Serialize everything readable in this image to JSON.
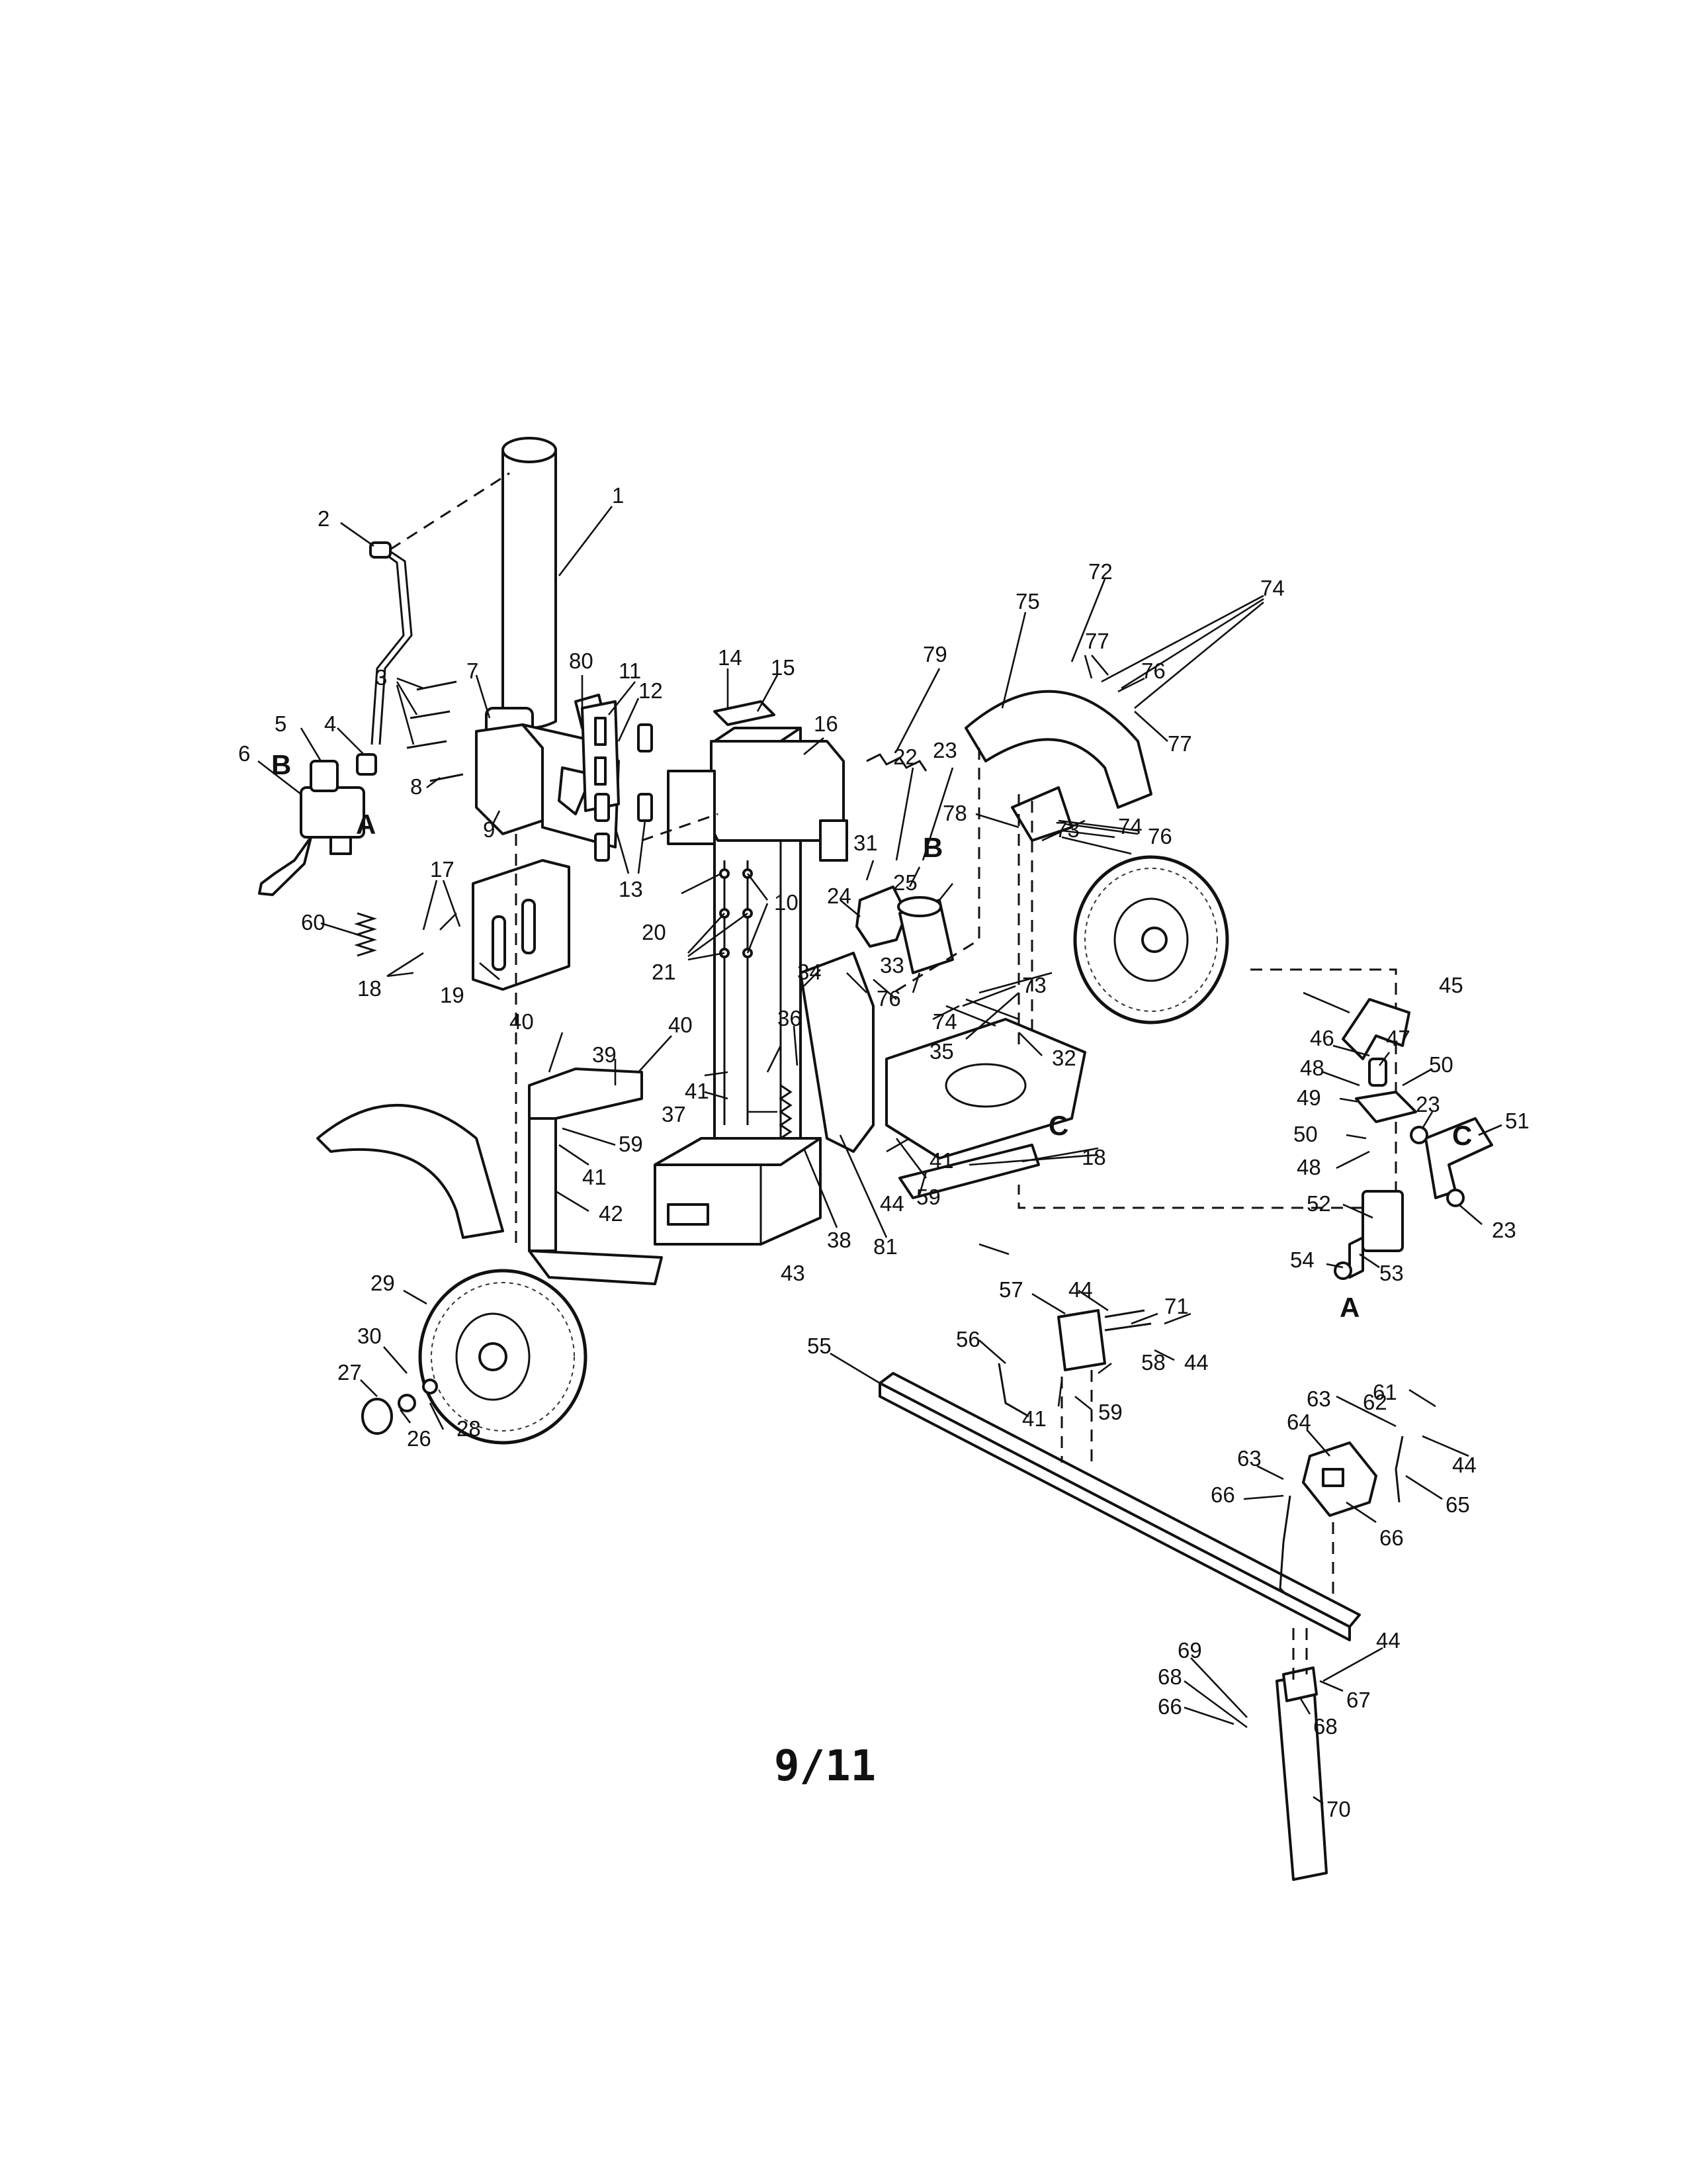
{
  "callouts": [
    {
      "id": "c1",
      "text": "1"
    },
    {
      "id": "c2",
      "text": "2"
    },
    {
      "id": "c3",
      "text": "3"
    },
    {
      "id": "c4",
      "text": "4"
    },
    {
      "id": "c5",
      "text": "5"
    },
    {
      "id": "c6",
      "text": "6"
    },
    {
      "id": "c7",
      "text": "7"
    },
    {
      "id": "c8",
      "text": "8"
    },
    {
      "id": "c9",
      "text": "9"
    },
    {
      "id": "c10",
      "text": "10"
    },
    {
      "id": "c11",
      "text": "11"
    },
    {
      "id": "c12",
      "text": "12"
    },
    {
      "id": "c13",
      "text": "13"
    },
    {
      "id": "c14",
      "text": "14"
    },
    {
      "id": "c15",
      "text": "15"
    },
    {
      "id": "c16",
      "text": "16"
    },
    {
      "id": "c17",
      "text": "17"
    },
    {
      "id": "c18a",
      "text": "18"
    },
    {
      "id": "c18b",
      "text": "18"
    },
    {
      "id": "c19",
      "text": "19"
    },
    {
      "id": "c20",
      "text": "20"
    },
    {
      "id": "c21",
      "text": "21"
    },
    {
      "id": "c22",
      "text": "22"
    },
    {
      "id": "c23a",
      "text": "23"
    },
    {
      "id": "c23b",
      "text": "23"
    },
    {
      "id": "c23c",
      "text": "23"
    },
    {
      "id": "c24",
      "text": "24"
    },
    {
      "id": "c25",
      "text": "25"
    },
    {
      "id": "c26",
      "text": "26"
    },
    {
      "id": "c27",
      "text": "27"
    },
    {
      "id": "c28",
      "text": "28"
    },
    {
      "id": "c29",
      "text": "29"
    },
    {
      "id": "c30",
      "text": "30"
    },
    {
      "id": "c31",
      "text": "31"
    },
    {
      "id": "c32",
      "text": "32"
    },
    {
      "id": "c33",
      "text": "33"
    },
    {
      "id": "c34",
      "text": "34"
    },
    {
      "id": "c35",
      "text": "35"
    },
    {
      "id": "c36",
      "text": "36"
    },
    {
      "id": "c37",
      "text": "37"
    },
    {
      "id": "c38",
      "text": "38"
    },
    {
      "id": "c39",
      "text": "39"
    },
    {
      "id": "c40a",
      "text": "40"
    },
    {
      "id": "c40b",
      "text": "40"
    },
    {
      "id": "c41a",
      "text": "41"
    },
    {
      "id": "c41b",
      "text": "41"
    },
    {
      "id": "c41c",
      "text": "41"
    },
    {
      "id": "c41d",
      "text": "41"
    },
    {
      "id": "c42",
      "text": "42"
    },
    {
      "id": "c43",
      "text": "43"
    },
    {
      "id": "c44a",
      "text": "44"
    },
    {
      "id": "c44b",
      "text": "44"
    },
    {
      "id": "c44c",
      "text": "44"
    },
    {
      "id": "c44d",
      "text": "44"
    },
    {
      "id": "c44e",
      "text": "44"
    },
    {
      "id": "c45",
      "text": "45"
    },
    {
      "id": "c46",
      "text": "46"
    },
    {
      "id": "c47",
      "text": "47"
    },
    {
      "id": "c48a",
      "text": "48"
    },
    {
      "id": "c48b",
      "text": "48"
    },
    {
      "id": "c49",
      "text": "49"
    },
    {
      "id": "c50a",
      "text": "50"
    },
    {
      "id": "c50b",
      "text": "50"
    },
    {
      "id": "c51",
      "text": "51"
    },
    {
      "id": "c52",
      "text": "52"
    },
    {
      "id": "c53",
      "text": "53"
    },
    {
      "id": "c54",
      "text": "54"
    },
    {
      "id": "c55",
      "text": "55"
    },
    {
      "id": "c56",
      "text": "56"
    },
    {
      "id": "c57",
      "text": "57"
    },
    {
      "id": "c58",
      "text": "58"
    },
    {
      "id": "c59a",
      "text": "59"
    },
    {
      "id": "c59b",
      "text": "59"
    },
    {
      "id": "c59c",
      "text": "59"
    },
    {
      "id": "c60",
      "text": "60"
    },
    {
      "id": "c61",
      "text": "61"
    },
    {
      "id": "c62",
      "text": "62"
    },
    {
      "id": "c63a",
      "text": "63"
    },
    {
      "id": "c63b",
      "text": "63"
    },
    {
      "id": "c64",
      "text": "64"
    },
    {
      "id": "c65",
      "text": "65"
    },
    {
      "id": "c66a",
      "text": "66"
    },
    {
      "id": "c66b",
      "text": "66"
    },
    {
      "id": "c66c",
      "text": "66"
    },
    {
      "id": "c67",
      "text": "67"
    },
    {
      "id": "c68a",
      "text": "68"
    },
    {
      "id": "c68b",
      "text": "68"
    },
    {
      "id": "c69",
      "text": "69"
    },
    {
      "id": "c70",
      "text": "70"
    },
    {
      "id": "c71",
      "text": "71"
    },
    {
      "id": "c72",
      "text": "72"
    },
    {
      "id": "c73a",
      "text": "73"
    },
    {
      "id": "c73b",
      "text": "73"
    },
    {
      "id": "c74a",
      "text": "74"
    },
    {
      "id": "c74b",
      "text": "74"
    },
    {
      "id": "c74c",
      "text": "74"
    },
    {
      "id": "c75",
      "text": "75"
    },
    {
      "id": "c76a",
      "text": "76"
    },
    {
      "id": "c76b",
      "text": "76"
    },
    {
      "id": "c76c",
      "text": "76"
    },
    {
      "id": "c77a",
      "text": "77"
    },
    {
      "id": "c77b",
      "text": "77"
    },
    {
      "id": "c78",
      "text": "78"
    },
    {
      "id": "c79",
      "text": "79"
    },
    {
      "id": "c80",
      "text": "80"
    },
    {
      "id": "c81",
      "text": "81"
    }
  ],
  "connection_tags": [
    {
      "id": "tagB1",
      "text": "B"
    },
    {
      "id": "tagA1",
      "text": "A"
    },
    {
      "id": "tagB2",
      "text": "B"
    },
    {
      "id": "tagC1",
      "text": "C"
    },
    {
      "id": "tagC2",
      "text": "C"
    },
    {
      "id": "tagA2",
      "text": "A"
    }
  ],
  "page_number": "9/11"
}
